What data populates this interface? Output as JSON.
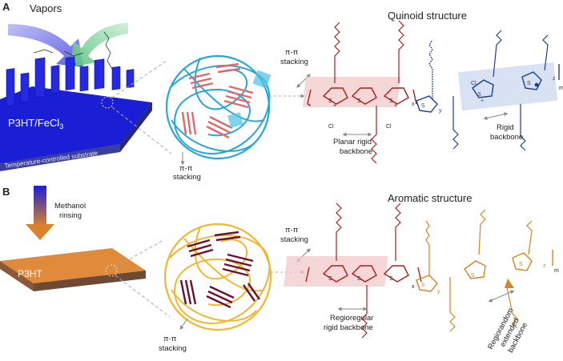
{
  "panel_a": {
    "letter": "A",
    "vapors_label": "Vapors",
    "film_label_main": "P3HT/FeCl",
    "film_label_sub": "3",
    "substrate_label": "Temperature-controlled substrate",
    "stacking_label_1": "π-π",
    "stacking_label_2": "stacking",
    "structure_title": "Quinoid structure",
    "planar_label_1": "Planar rigid",
    "planar_label_2": "backbone",
    "rigid_label_1": "Rigid",
    "rigid_label_2": "backbone",
    "atom_s": "S",
    "chloride": "Cl",
    "charge": "+",
    "subscript_x": "x",
    "subscript_y": "y",
    "subscript_z": "z",
    "subscript_m": "m"
  },
  "panel_b": {
    "letter": "B",
    "rinse_label_1": "Methanol",
    "rinse_label_2": "rinsing",
    "film_label": "P3HT",
    "stacking_label_1": "π-π",
    "stacking_label_2": "stacking",
    "structure_title": "Aromatic structure",
    "regioregular_label_1": "Regioregular",
    "regioregular_label_2": "rigid backbone",
    "regiorandom_label_1": "Regiorandom",
    "regiorandom_label_2": "extended",
    "regiorandom_label_3": "backbone",
    "atom_s": "S",
    "subscript_x": "x",
    "subscript_y": "y",
    "subscript_z": "z",
    "subscript_m": "m"
  },
  "colors": {
    "film_blue": "#1a1fd6",
    "film_orange": "#e08a3c",
    "chain_blue": "#29a6d8",
    "chain_yellow": "#f2b632",
    "stack_red": "#e06a6a",
    "stack_maroon": "#6b1230",
    "chain_dark_red": "#a8201a",
    "chain_navy": "#1c3f8f",
    "chain_orange": "#d9821e"
  }
}
